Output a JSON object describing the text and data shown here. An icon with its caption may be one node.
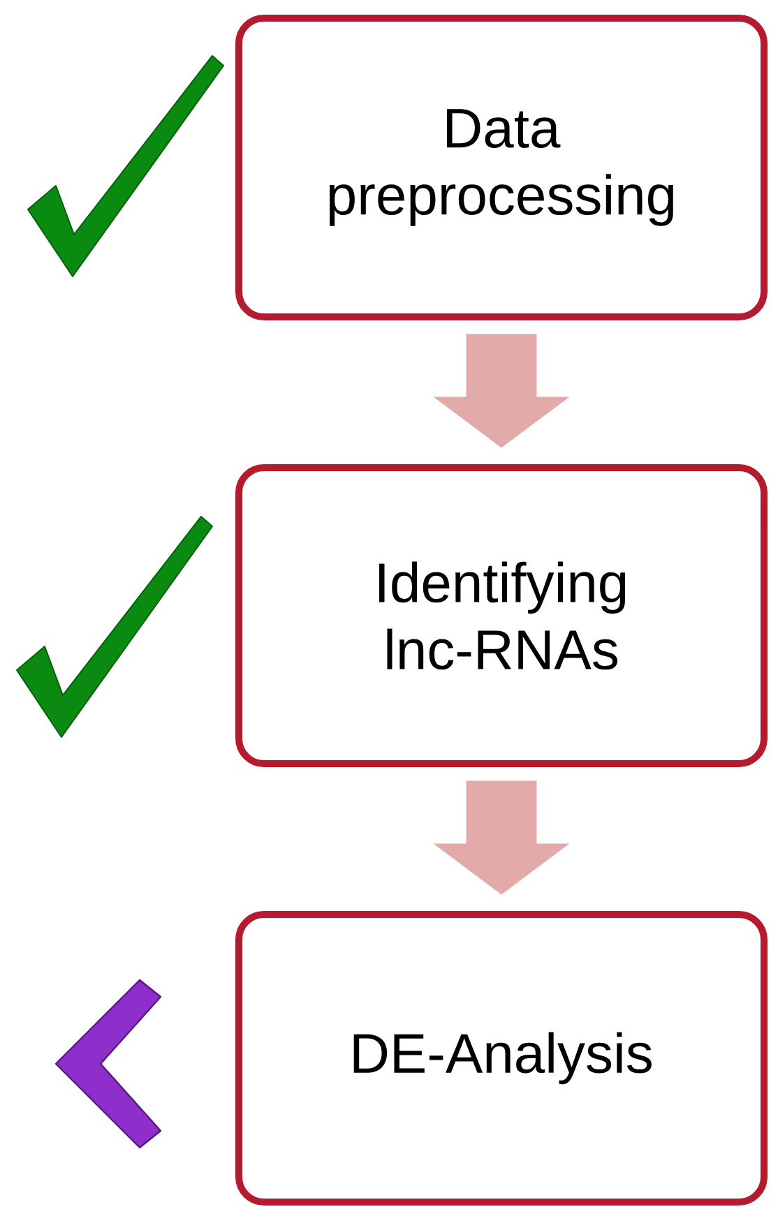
{
  "diagram": {
    "nodes": [
      {
        "text": [
          "Data preprocessing"
        ]
      },
      {
        "text": [
          "Identifying lnc-RNAs"
        ]
      },
      {
        "text": [
          "DE-Analysis"
        ]
      }
    ],
    "edges": [
      {
        "from": 0,
        "to": 1,
        "arrow": "to"
      },
      {
        "from": 1,
        "to": 2,
        "arrow": "to"
      }
    ]
  }
}
